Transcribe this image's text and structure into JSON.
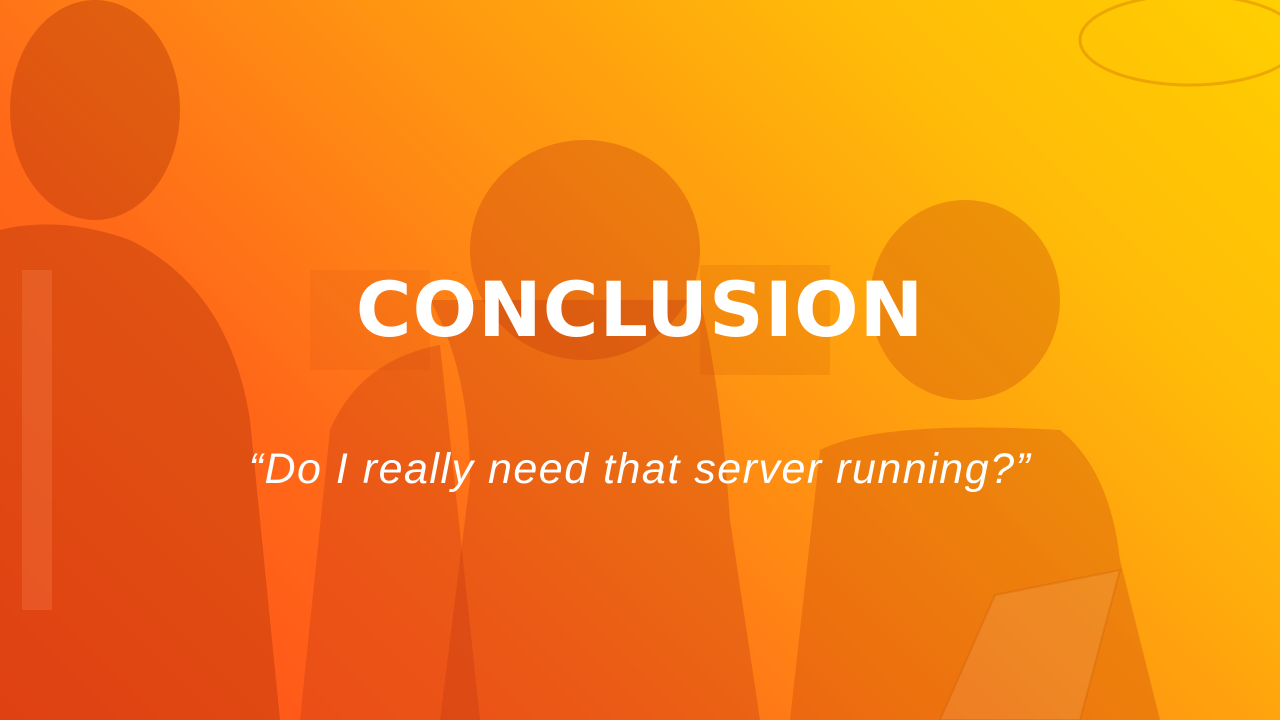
{
  "slide": {
    "title": "CONCLUSION",
    "quote": "“Do I really need that server running?”"
  },
  "background": {
    "description_colors": {
      "gradient_start": "#ff4a1c",
      "gradient_end": "#ffd800"
    },
    "photo": "photo-of-people-at-laptop"
  }
}
